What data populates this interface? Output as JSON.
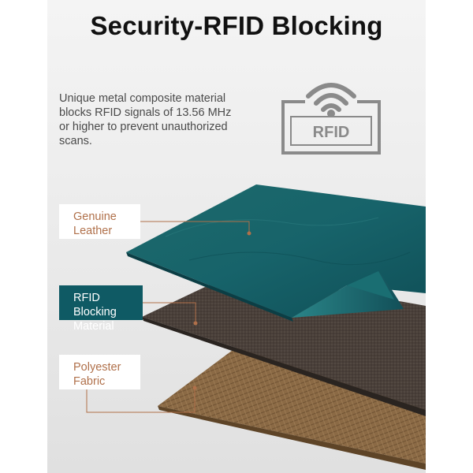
{
  "title": "Security-RFID Blocking",
  "description": {
    "lines": [
      "Unique metal composite material",
      "blocks RFID signals of 13.56 MHz",
      "or higher to prevent unauthorized",
      "scans."
    ]
  },
  "rfid_logo": {
    "text": "RFID",
    "icon": "wifi-signal-icon",
    "color": "#8a8a8a"
  },
  "layers": [
    {
      "lines": [
        "Genuine",
        "Leather"
      ],
      "style": "light",
      "material_color": "#1a6a6e"
    },
    {
      "lines": [
        "RFID Blocking",
        "Material"
      ],
      "style": "dark",
      "material_color": "#4a403a"
    },
    {
      "lines": [
        "Polyester",
        "Fabric"
      ],
      "style": "light",
      "material_color": "#8a6a45"
    }
  ],
  "colors": {
    "accent_label_bg": "#0f5a64",
    "label_text": "#b0704a",
    "connector": "#b0704a"
  }
}
